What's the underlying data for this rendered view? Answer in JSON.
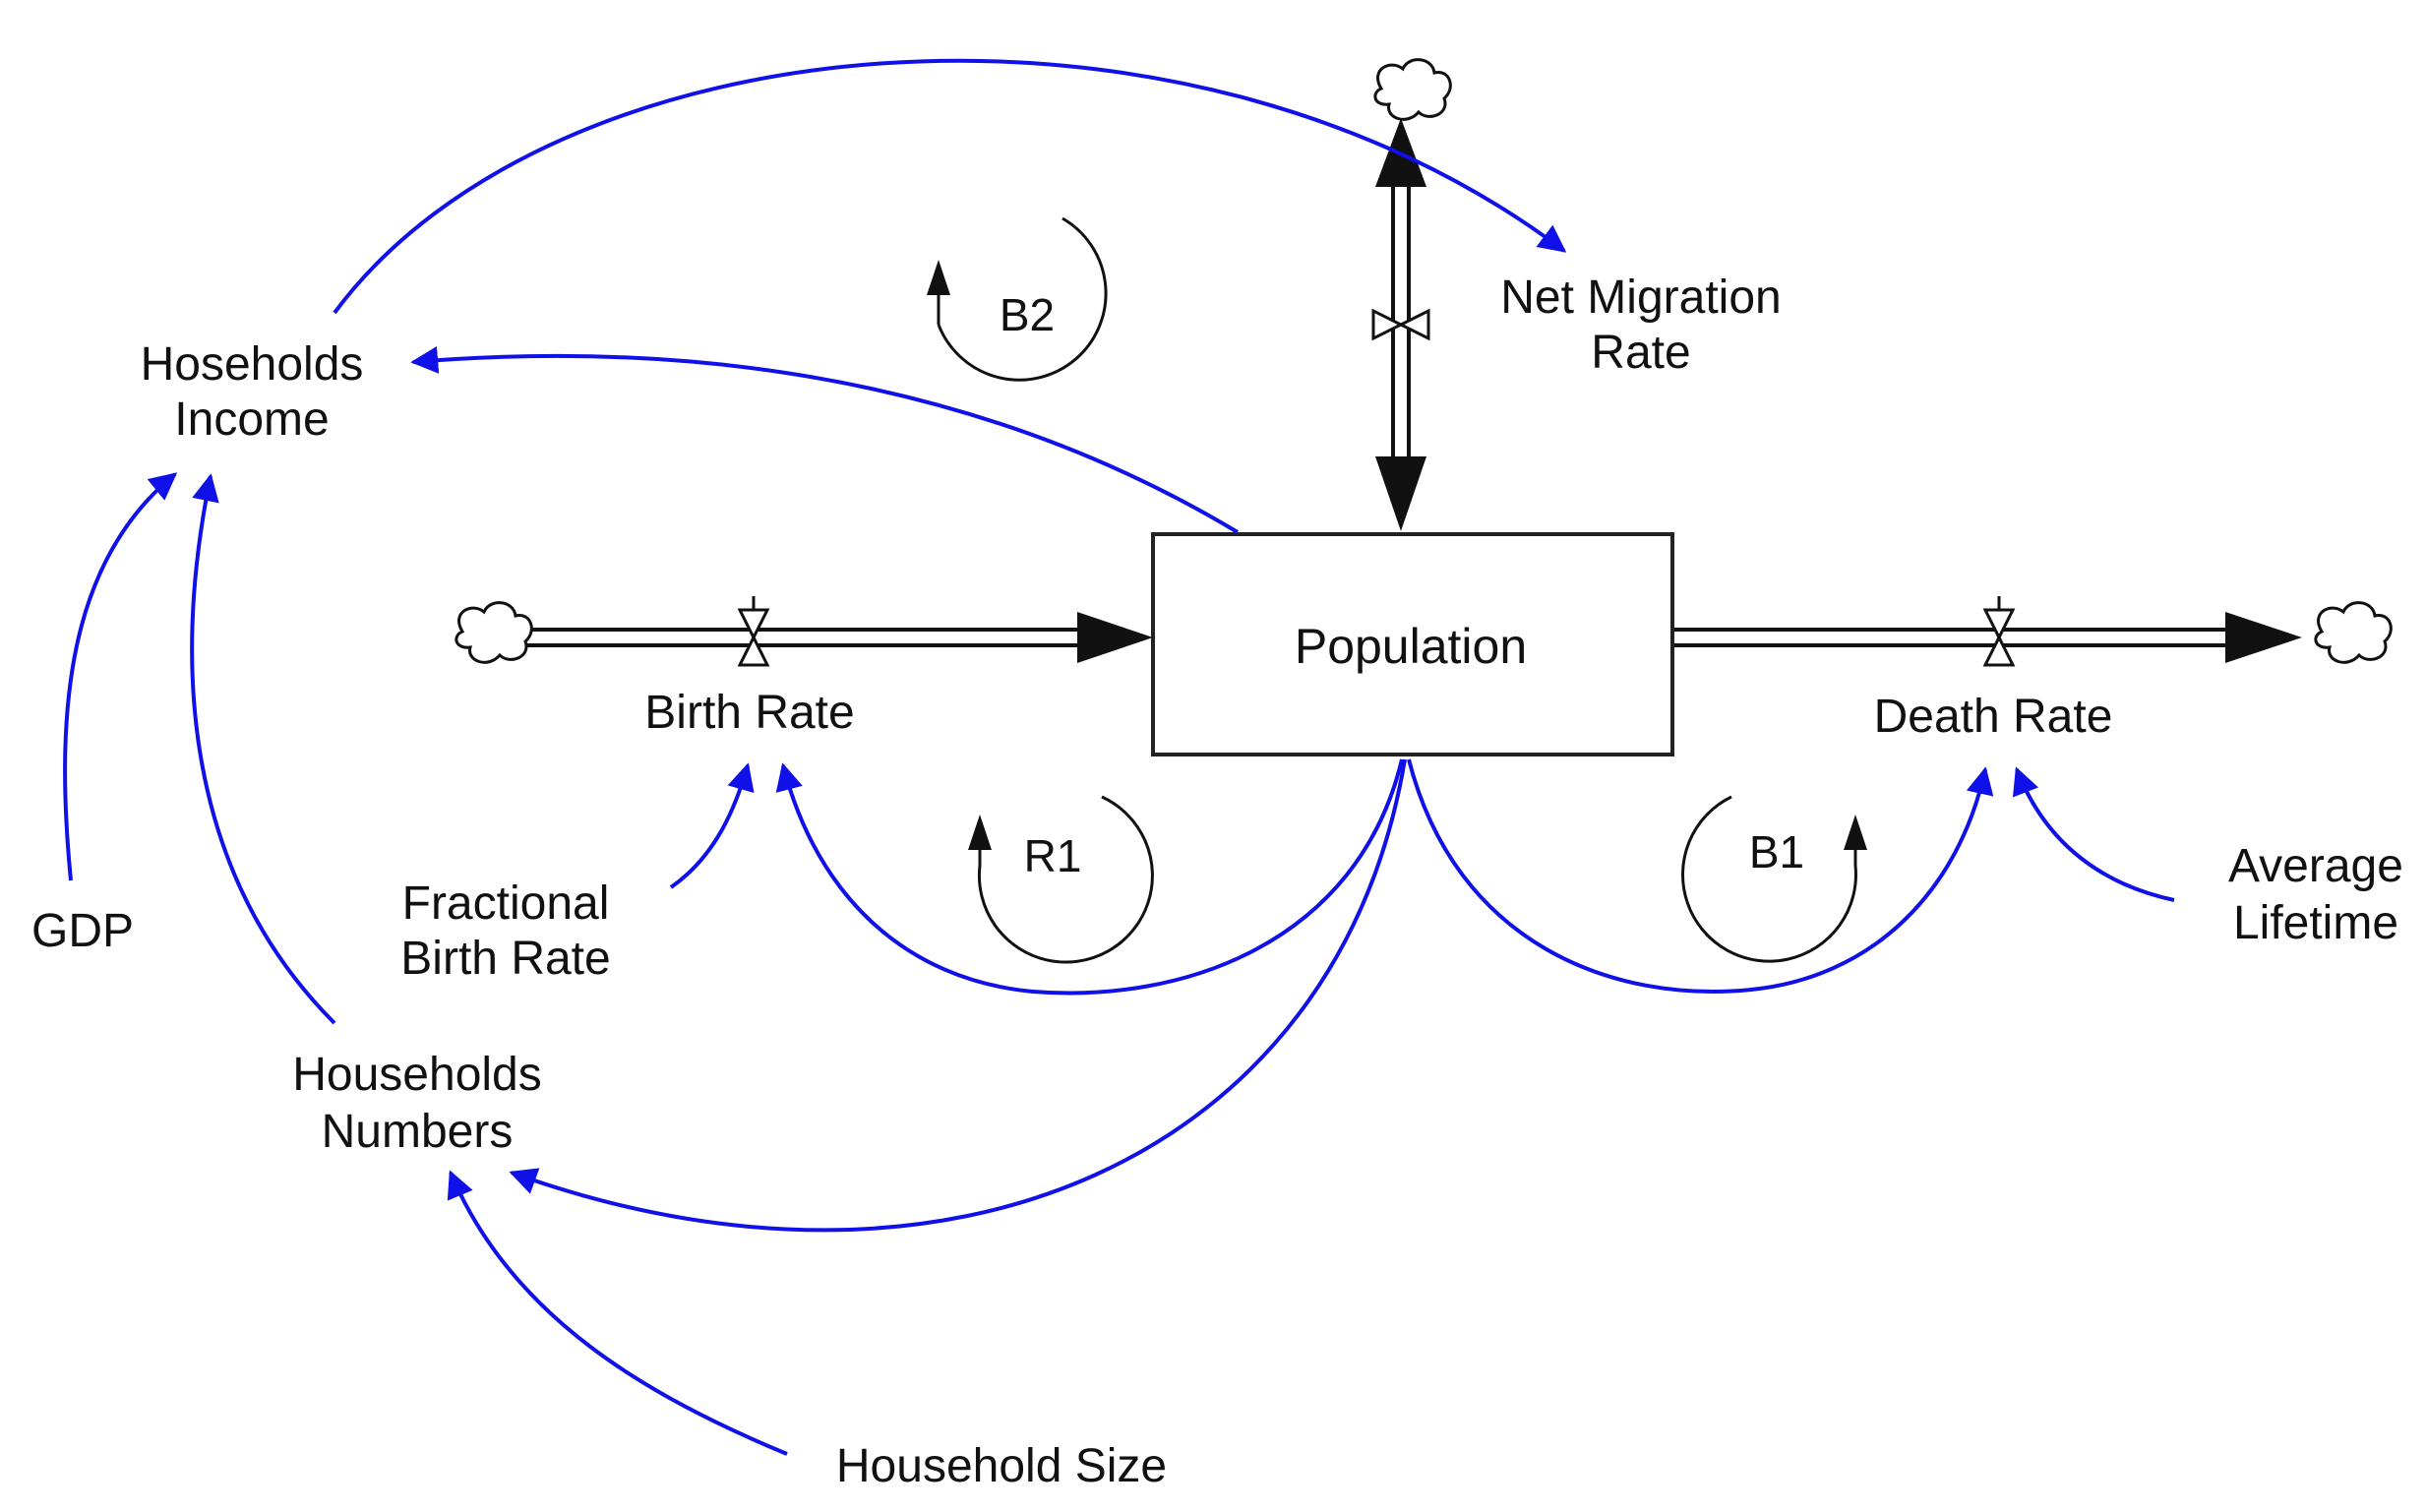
{
  "diagram": {
    "stock": {
      "label": "Population"
    },
    "flows": {
      "birth_rate": "Birth Rate",
      "death_rate": "Death Rate",
      "net_migration_rate": [
        "Net Migration",
        "Rate"
      ]
    },
    "variables": {
      "households_income": [
        "Hoseholds",
        "Income"
      ],
      "gdp": "GDP",
      "fractional_birth_rate": [
        "Fractional",
        "Birth Rate"
      ],
      "households_numbers": [
        "Households",
        "Numbers"
      ],
      "household_size": "Household Size",
      "average_lifetime": [
        "Average",
        "Lifetime"
      ]
    },
    "loops": {
      "b2": "B2",
      "r1": "R1",
      "b1": "B1"
    },
    "colors": {
      "link": "#1010e8",
      "flow": "#111111",
      "stock_border": "#222222"
    }
  }
}
